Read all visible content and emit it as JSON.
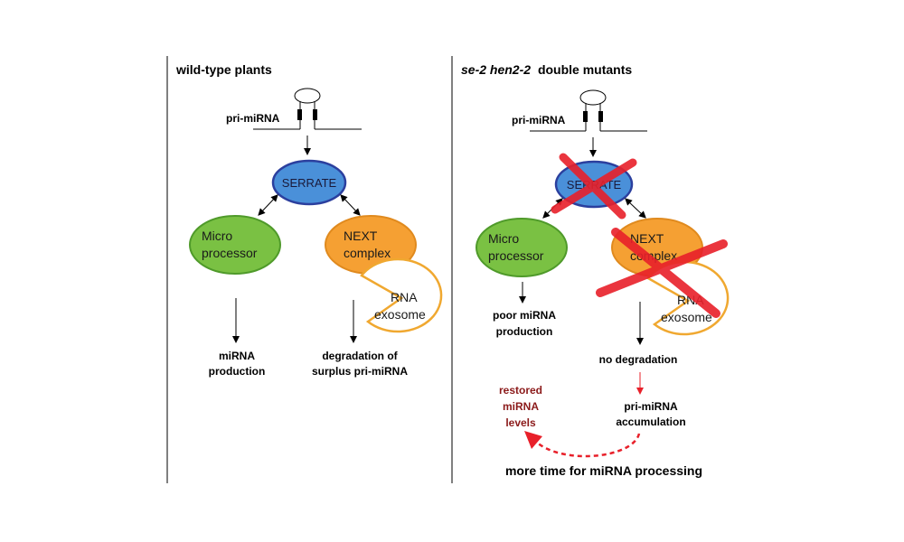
{
  "left_panel": {
    "title": "wild-type plants",
    "pri_mirna_label": "pri-miRNA",
    "serrate_label": "SERRATE",
    "microprocessor_line1": "Micro",
    "microprocessor_line2": "processor",
    "next_line1": "NEXT",
    "next_line2": "complex",
    "exosome_line1": "RNA",
    "exosome_line2": "exosome",
    "outcome_left_line1": "miRNA",
    "outcome_left_line2": "production",
    "outcome_right_line1": "degradation of",
    "outcome_right_line2": "surplus pri-miRNA"
  },
  "right_panel": {
    "title_italic": "se-2 hen2-2",
    "title_rest": "double mutants",
    "pri_mirna_label": "pri-miRNA",
    "serrate_label": "SERRATE",
    "microprocessor_line1": "Micro",
    "microprocessor_line2": "processor",
    "next_line1": "NEXT",
    "next_line2": "complex",
    "exosome_line1": "RNA",
    "exosome_line2": "exosome",
    "outcome_left_line1": "poor miRNA",
    "outcome_left_line2": "production",
    "no_degradation": "no degradation",
    "accumulation_line1": "pri-miRNA",
    "accumulation_line2": "accumulation",
    "restored_line1": "restored",
    "restored_line2": "miRNA",
    "restored_line3": "levels",
    "bottom_caption": "more time for miRNA processing"
  },
  "colors": {
    "serrate_fill": "#4a90d9",
    "serrate_stroke": "#2b3f9e",
    "microprocessor_fill": "#7ac143",
    "microprocessor_stroke": "#4f9a2a",
    "next_fill": "#f5a033",
    "next_stroke": "#e08a1e",
    "exosome_stroke": "#f0a830",
    "cross_red": "#e8202a",
    "restored_red": "#8b1a1a"
  }
}
